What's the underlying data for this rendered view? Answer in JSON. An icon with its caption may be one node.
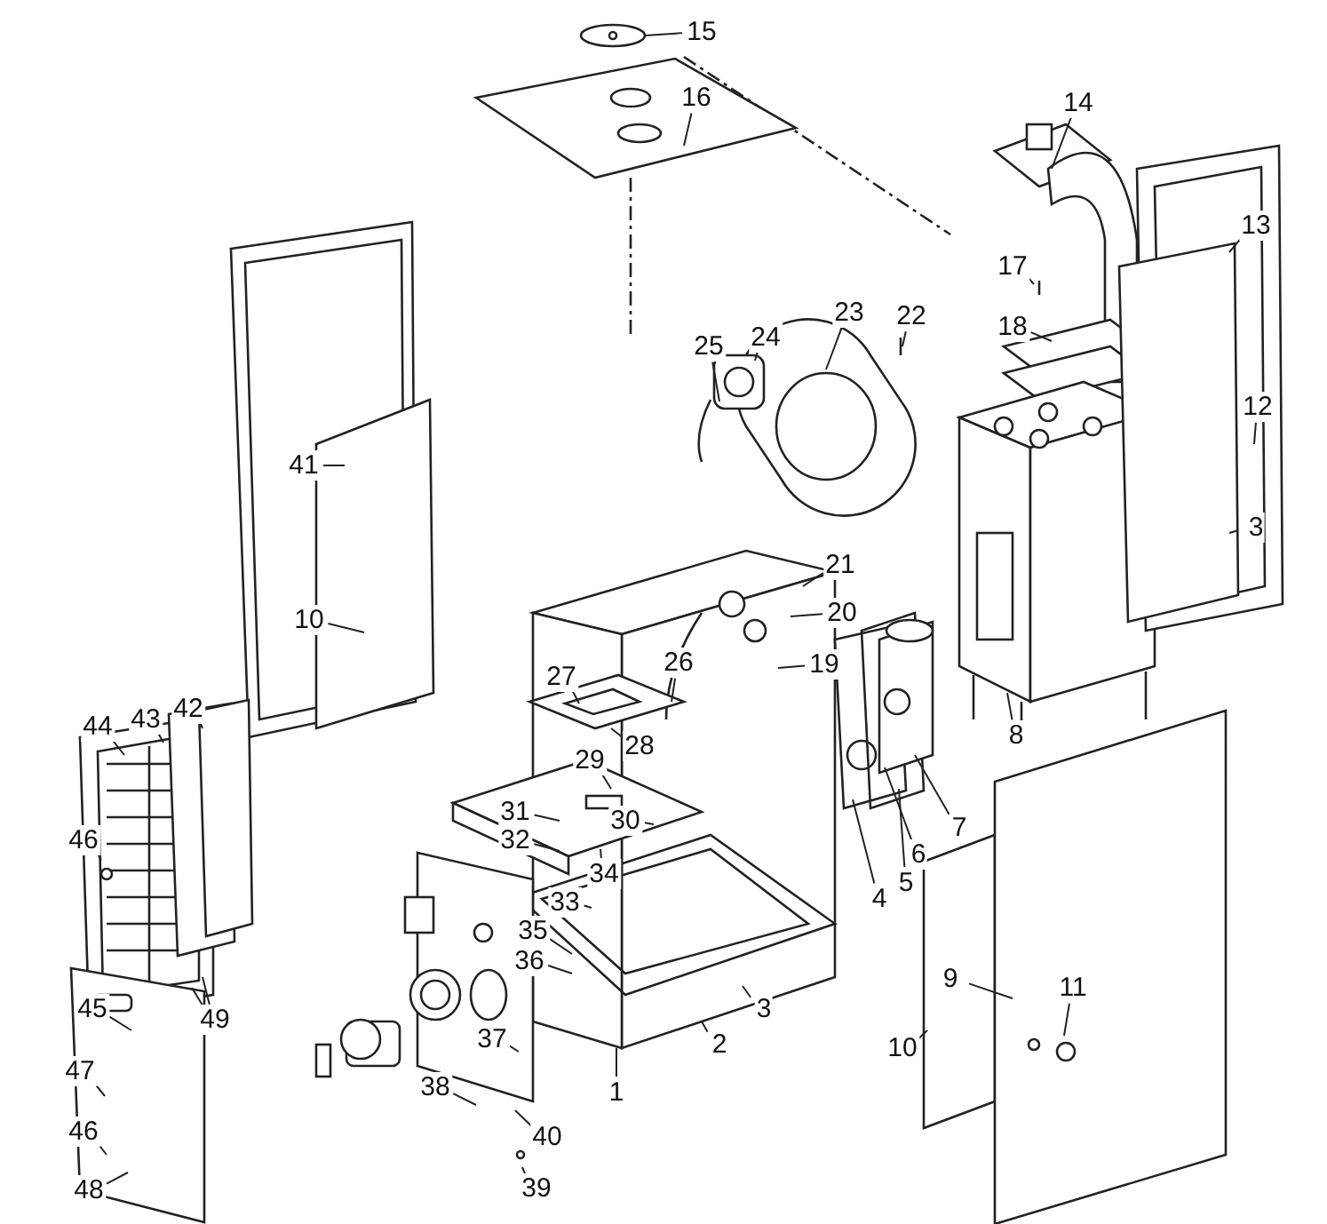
{
  "diagram": {
    "nodes": [
      {
        "text": [
          "15"
        ]
      },
      {
        "text": [
          "16"
        ]
      },
      {
        "text": [
          "14"
        ]
      },
      {
        "text": [
          "13"
        ]
      },
      {
        "text": [
          "17"
        ]
      },
      {
        "text": [
          "18"
        ]
      },
      {
        "text": [
          "22"
        ]
      },
      {
        "text": [
          "23"
        ]
      },
      {
        "text": [
          "24"
        ]
      },
      {
        "text": [
          "25"
        ]
      },
      {
        "text": [
          "12"
        ]
      },
      {
        "text": [
          "41"
        ]
      },
      {
        "text": [
          "21"
        ]
      },
      {
        "text": [
          "20"
        ]
      },
      {
        "text": [
          "3"
        ]
      },
      {
        "text": [
          "10"
        ]
      },
      {
        "text": [
          "19"
        ]
      },
      {
        "text": [
          "26"
        ]
      },
      {
        "text": [
          "27"
        ]
      },
      {
        "text": [
          "28"
        ]
      },
      {
        "text": [
          "44"
        ]
      },
      {
        "text": [
          "43"
        ]
      },
      {
        "text": [
          "42"
        ]
      },
      {
        "text": [
          "29"
        ]
      },
      {
        "text": [
          "30"
        ]
      },
      {
        "text": [
          "31"
        ]
      },
      {
        "text": [
          "32"
        ]
      },
      {
        "text": [
          "46"
        ]
      },
      {
        "text": [
          "34"
        ]
      },
      {
        "text": [
          "33"
        ]
      },
      {
        "text": [
          "35"
        ]
      },
      {
        "text": [
          "36"
        ]
      },
      {
        "text": [
          "37"
        ]
      },
      {
        "text": [
          "38"
        ]
      },
      {
        "text": [
          "45"
        ]
      },
      {
        "text": [
          "49"
        ]
      },
      {
        "text": [
          "47"
        ]
      },
      {
        "text": [
          "40"
        ]
      },
      {
        "text": [
          "46"
        ]
      },
      {
        "text": [
          "39"
        ]
      },
      {
        "text": [
          "48"
        ]
      },
      {
        "text": [
          "7"
        ]
      },
      {
        "text": [
          "6"
        ]
      },
      {
        "text": [
          "5"
        ]
      },
      {
        "text": [
          "4"
        ]
      },
      {
        "text": [
          "8"
        ]
      },
      {
        "text": [
          "9"
        ]
      },
      {
        "text": [
          "11"
        ]
      },
      {
        "text": [
          "10"
        ]
      },
      {
        "text": [
          "1"
        ]
      },
      {
        "text": [
          "2"
        ]
      },
      {
        "text": [
          "3"
        ]
      }
    ],
    "edges": [
      {
        "from": 0,
        "to": null,
        "arrow": "none"
      },
      {
        "from": 1,
        "to": null,
        "arrow": "none"
      },
      {
        "from": 2,
        "to": null,
        "arrow": "none"
      },
      {
        "from": 3,
        "to": null,
        "arrow": "none"
      },
      {
        "from": 4,
        "to": null,
        "arrow": "none"
      },
      {
        "from": 5,
        "to": null,
        "arrow": "none"
      },
      {
        "from": 6,
        "to": null,
        "arrow": "none"
      },
      {
        "from": 7,
        "to": null,
        "arrow": "none"
      },
      {
        "from": 8,
        "to": null,
        "arrow": "none"
      },
      {
        "from": 9,
        "to": null,
        "arrow": "none"
      },
      {
        "from": 10,
        "to": null,
        "arrow": "none"
      },
      {
        "from": 11,
        "to": null,
        "arrow": "none"
      },
      {
        "from": 12,
        "to": null,
        "arrow": "none"
      },
      {
        "from": 13,
        "to": null,
        "arrow": "none"
      },
      {
        "from": 14,
        "to": null,
        "arrow": "none"
      },
      {
        "from": 15,
        "to": null,
        "arrow": "none"
      },
      {
        "from": 16,
        "to": null,
        "arrow": "none"
      },
      {
        "from": 17,
        "to": null,
        "arrow": "none"
      },
      {
        "from": 18,
        "to": null,
        "arrow": "none"
      },
      {
        "from": 19,
        "to": null,
        "arrow": "none"
      },
      {
        "from": 20,
        "to": null,
        "arrow": "none"
      },
      {
        "from": 21,
        "to": null,
        "arrow": "none"
      },
      {
        "from": 22,
        "to": null,
        "arrow": "none"
      },
      {
        "from": 23,
        "to": null,
        "arrow": "none"
      },
      {
        "from": 24,
        "to": null,
        "arrow": "none"
      },
      {
        "from": 25,
        "to": null,
        "arrow": "none"
      },
      {
        "from": 26,
        "to": null,
        "arrow": "none"
      },
      {
        "from": 27,
        "to": null,
        "arrow": "none"
      },
      {
        "from": 28,
        "to": null,
        "arrow": "none"
      },
      {
        "from": 29,
        "to": null,
        "arrow": "none"
      },
      {
        "from": 30,
        "to": null,
        "arrow": "none"
      },
      {
        "from": 31,
        "to": null,
        "arrow": "none"
      },
      {
        "from": 32,
        "to": null,
        "arrow": "none"
      },
      {
        "from": 33,
        "to": null,
        "arrow": "none"
      },
      {
        "from": 34,
        "to": null,
        "arrow": "none"
      },
      {
        "from": 35,
        "to": null,
        "arrow": "none"
      },
      {
        "from": 35,
        "to": null,
        "arrow": "none"
      },
      {
        "from": 36,
        "to": null,
        "arrow": "none"
      },
      {
        "from": 37,
        "to": null,
        "arrow": "none"
      },
      {
        "from": 38,
        "to": null,
        "arrow": "none"
      },
      {
        "from": 39,
        "to": null,
        "arrow": "none"
      },
      {
        "from": 40,
        "to": null,
        "arrow": "none"
      },
      {
        "from": 41,
        "to": null,
        "arrow": "none"
      },
      {
        "from": 42,
        "to": null,
        "arrow": "none"
      },
      {
        "from": 43,
        "to": null,
        "arrow": "none"
      },
      {
        "from": 44,
        "to": null,
        "arrow": "none"
      },
      {
        "from": 45,
        "to": null,
        "arrow": "none"
      },
      {
        "from": 46,
        "to": null,
        "arrow": "none"
      },
      {
        "from": 47,
        "to": null,
        "arrow": "none"
      },
      {
        "from": 48,
        "to": null,
        "arrow": "none"
      },
      {
        "from": 49,
        "to": null,
        "arrow": "none"
      },
      {
        "from": 50,
        "to": null,
        "arrow": "none"
      },
      {
        "from": 51,
        "to": null,
        "arrow": "none"
      }
    ]
  }
}
